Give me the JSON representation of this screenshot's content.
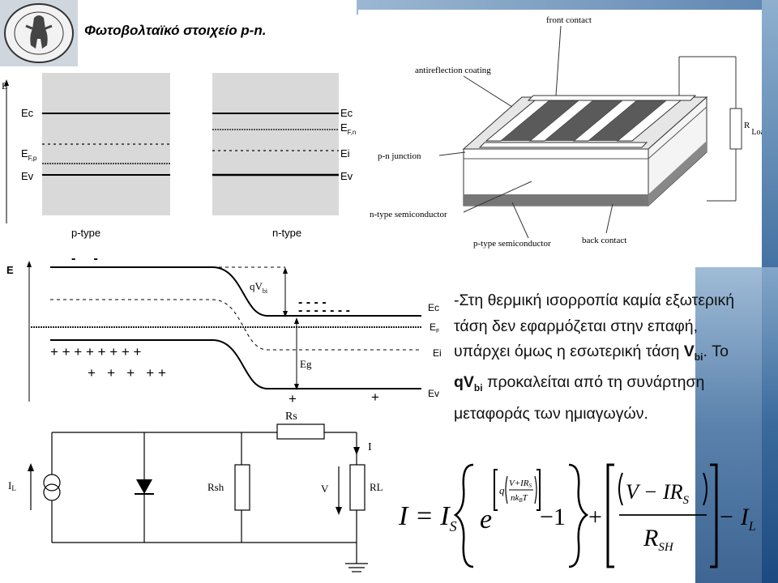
{
  "slide": {
    "title": "Φωτοβολταϊκό στοιχείο p-n.",
    "paragraph": {
      "part1": "-Στη θερμική ισορροπία καμία εξωτερική τάση δεν εφαρμόζεται στην επαφή, υπάρχει όμως η εσωτερική τάση ",
      "v_main": "V",
      "v_sub": "bi",
      "part2": ". Το ",
      "qv_main": "qV",
      "qv_sub": "bi",
      "part3": " προκαλείται από τη συνάρτηση μεταφοράς των ημιαγωγών."
    }
  },
  "band_diagram_separate": {
    "axis": "E",
    "p_labels": {
      "ec": "Ec",
      "ef": "E",
      "ef_sub": "F,p",
      "ev": "Ev",
      "caption": "p-type"
    },
    "n_labels": {
      "ec": "Ec",
      "ef": "E",
      "ef_sub": "F,n",
      "ei": "Ei",
      "ev": "Ev",
      "caption": "n-type"
    }
  },
  "cell_schematic": {
    "front_contact": "front contact",
    "antireflection": "antireflection coating",
    "pn_junction": "p-n junction",
    "n_type": "n-type semiconductor",
    "p_type": "p-type semiconductor",
    "back_contact": "back contact",
    "rload": "R",
    "rload_sub": "Load"
  },
  "band_diagram_junction": {
    "axis": "E",
    "qvbi": "qV",
    "qvbi_sub": "bi",
    "ec": "Ec",
    "ef": "E",
    "ef_sub": "F",
    "ei": "Ei",
    "eg": "Eg",
    "ev": "Ev",
    "minus_top": "-     -",
    "minus_row1": "- - - -",
    "minus_row2": "- - - - - - -",
    "plus_row1": "+ + + + + + + +",
    "plus_row2": "+   +   +   + +",
    "plus_bottom1": "+",
    "plus_bottom2": "+"
  },
  "circuit": {
    "il": "I",
    "il_sub": "L",
    "rsh": "Rsh",
    "rs": "Rs",
    "v": "V",
    "i": "I",
    "rl": "RL"
  },
  "equation": {
    "lhs": "I = I",
    "lhs_sub": "S",
    "e": "e",
    "q": "q",
    "num_exp": "V+IR",
    "num_exp_sub": "S",
    "den_exp": "nk",
    "den_exp_sub": "B",
    "den_exp_t": "T",
    "minus_one": "−1",
    "plus": "+",
    "num2": "V − IR",
    "num2_sub": "S",
    "den2": "R",
    "den2_sub": "SH",
    "minus_il": "− I",
    "minus_il_sub": "L"
  },
  "colors": {
    "band_gray": "#d9d9d9",
    "bg_blue_top": "#6f93b8",
    "bg_blue_bottom": "#1f4f86"
  }
}
